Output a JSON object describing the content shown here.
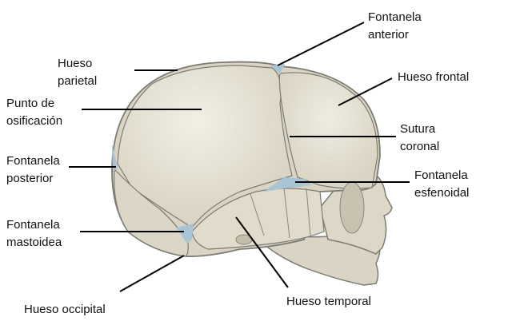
{
  "title": "Cráneo del recién nacido (vista lateral)",
  "labels": {
    "fontanela_anterior": [
      "Fontanela",
      "anterior"
    ],
    "hueso_frontal": [
      "Hueso frontal"
    ],
    "sutura_coronal": [
      "Sutura",
      "coronal"
    ],
    "fontanela_esfenoidal": [
      "Fontanela",
      "esfenoidal"
    ],
    "hueso_parietal": [
      "Hueso",
      "parietal"
    ],
    "punto_osificacion": [
      "Punto de",
      "osificación"
    ],
    "fontanela_posterior": [
      "Fontanela",
      "posterior"
    ],
    "fontanela_mastoidea": [
      "Fontanela",
      "mastoidea"
    ],
    "hueso_occipital": [
      "Hueso occipital"
    ],
    "hueso_temporal": [
      "Hueso temporal"
    ]
  },
  "colors": {
    "bone": "#ddd8c8",
    "bone_outline": "#7d7b73",
    "fontanelle": "#a9c4d4",
    "leader": "#000000"
  }
}
